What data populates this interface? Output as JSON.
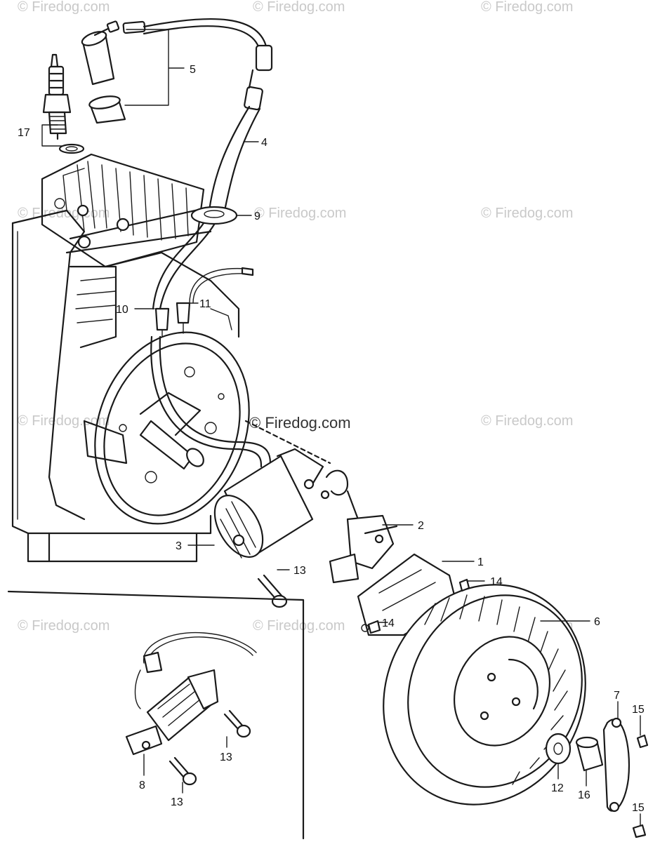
{
  "watermark": {
    "text": "© Firedog.com",
    "strong_text": "© Firedog.com"
  },
  "callouts": [
    "1",
    "2",
    "3",
    "4",
    "5",
    "6",
    "7",
    "8",
    "9",
    "10",
    "11",
    "12",
    "13",
    "14",
    "15",
    "16",
    "17"
  ],
  "labels": {
    "l1": "1",
    "l2": "2",
    "l3": "3",
    "l4": "4",
    "l5": "5",
    "l6": "6",
    "l7": "7",
    "l8": "8",
    "l9": "9",
    "l10": "10",
    "l11": "11",
    "l12": "12",
    "l13a": "13",
    "l13b": "13",
    "l13c": "13",
    "l14a": "14",
    "l14b": "14",
    "l15a": "15",
    "l15b": "15",
    "l16": "16",
    "l17": "17"
  }
}
